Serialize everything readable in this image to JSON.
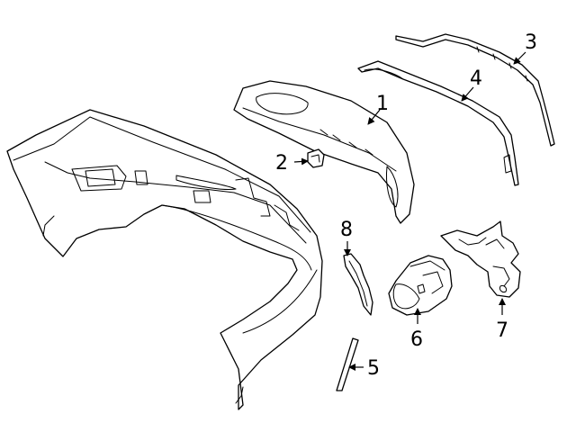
{
  "diagram": {
    "background": "#ffffff",
    "line_color": "#000000",
    "parts": [
      {
        "id": "bumper-cover",
        "callout": ""
      },
      {
        "id": "diffuser",
        "callout": "1"
      },
      {
        "id": "clip",
        "callout": "2"
      },
      {
        "id": "upper-trim-strip",
        "callout": "3"
      },
      {
        "id": "lower-trim-strip",
        "callout": "4"
      },
      {
        "id": "reflector-strip",
        "callout": "5"
      },
      {
        "id": "exhaust-tip-housing",
        "callout": "6"
      },
      {
        "id": "mounting-bracket",
        "callout": "7"
      },
      {
        "id": "side-bracket",
        "callout": "8"
      }
    ]
  }
}
